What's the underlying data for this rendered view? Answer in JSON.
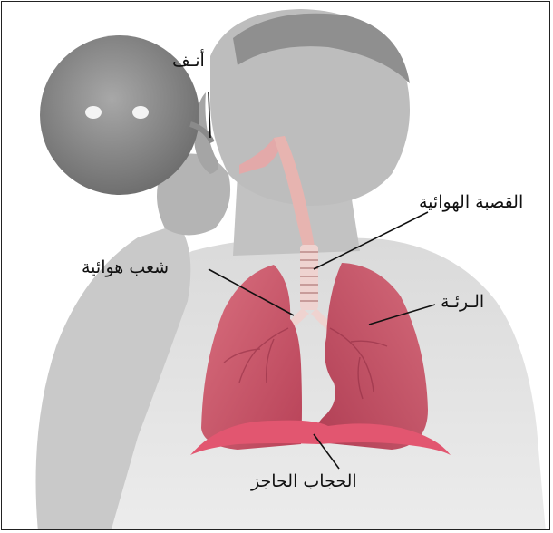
{
  "labels": {
    "nose": "أنـف",
    "trachea": "القصبة الهوائية",
    "bronchus": "شعب هوائية",
    "lung": "الـرئـة",
    "diaphragm": "الحجاب الحاجز"
  },
  "colors": {
    "lung": "#c95065",
    "lung_dark": "#a8394e",
    "trachea": "#e6b8b8",
    "diaphragm": "#e0546a",
    "body_gray": "#b7b7b7",
    "shirt_gray": "#e6e6e6"
  }
}
